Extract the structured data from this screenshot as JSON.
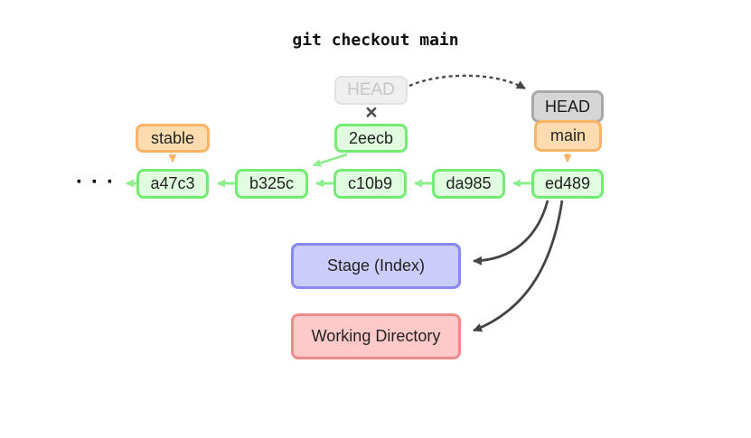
{
  "title": "git checkout main",
  "nodes": {
    "head_old": "HEAD",
    "head_new": "HEAD",
    "branch_main": "main",
    "branch_stable": "stable",
    "detached_commit": "2eecb",
    "stage_box": "Stage (Index)",
    "working_box": "Working Directory",
    "ellipsis": "···",
    "detach_cross": "×"
  },
  "commits": [
    "a47c3",
    "b325c",
    "c10b9",
    "da985",
    "ed489"
  ],
  "palette": {
    "commit_fill": "#e0fde0",
    "commit_border": "#74ec74",
    "commit_arrow": "#8cee8c",
    "branch_fill": "#fedcb0",
    "branch_border": "#fab468",
    "head_new_fill": "#d6d6d6",
    "head_new_border": "#a8a8a8",
    "head_old_fill": "#efefef",
    "head_old_text": "#c6c6c6",
    "stage_fill": "#ccccfa",
    "stage_border": "#8a8aec",
    "working_fill": "#ffc9c9",
    "working_border": "#f08b8b",
    "dark_arrow": "#454545"
  }
}
